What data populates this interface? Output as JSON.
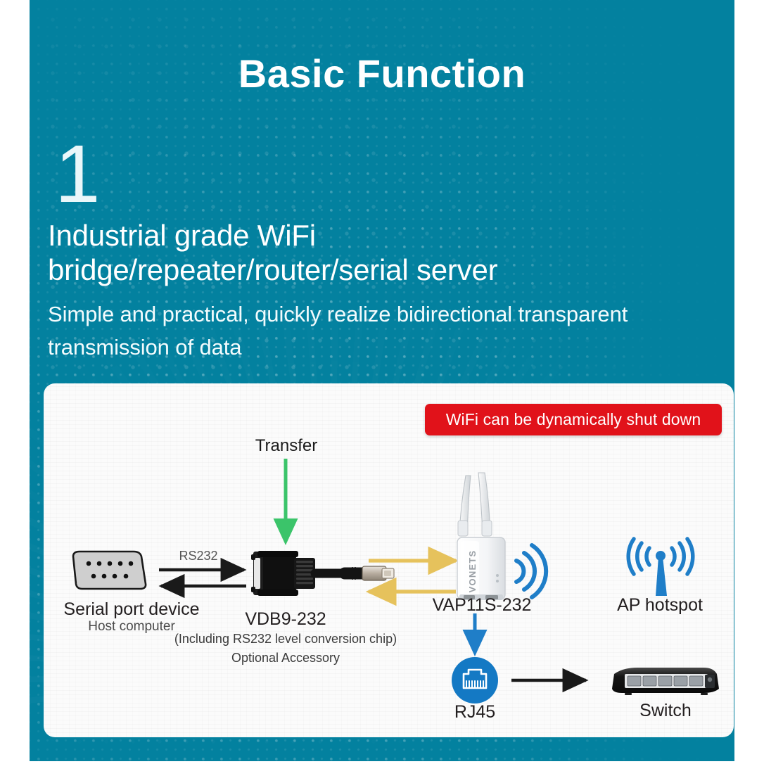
{
  "colors": {
    "teal": "#03819f",
    "red_banner": "#e1121a",
    "accent_blue": "#1f7ec8",
    "arrow_yellow": "#e6c25c",
    "arrow_green": "#3bc46a",
    "arrow_black": "#1a1a1a",
    "card_bg": "#fbfbfb",
    "text_dark": "#231f20"
  },
  "header": {
    "title": "Basic Function",
    "number": "1",
    "headline": "Industrial grade WiFi bridge/repeater/router/serial server",
    "subline": "Simple and practical, quickly realize bidirectional transparent transmission of data"
  },
  "banner": {
    "text": "WiFi can be dynamically shut down"
  },
  "diagram": {
    "transfer_label": "Transfer",
    "rs232_label": "RS232",
    "serial_device": {
      "name": "Serial port device",
      "sub": "Host computer",
      "icon": "db9-connector-icon"
    },
    "vdb9": {
      "name": "VDB9-232",
      "sub1": "(Including RS232 level conversion chip)",
      "sub2": "Optional Accessory",
      "icon": "db9-adapter-cable-icon"
    },
    "vap11s": {
      "name": "VAP11S-232",
      "brand": "VONETS",
      "icon": "wifi-router-icon"
    },
    "ap_hotspot": {
      "name": "AP hotspot",
      "icon": "antenna-tower-icon"
    },
    "rj45": {
      "name": "RJ45",
      "icon": "rj45-jack-icon"
    },
    "switch": {
      "name": "Switch",
      "icon": "network-switch-icon"
    }
  }
}
